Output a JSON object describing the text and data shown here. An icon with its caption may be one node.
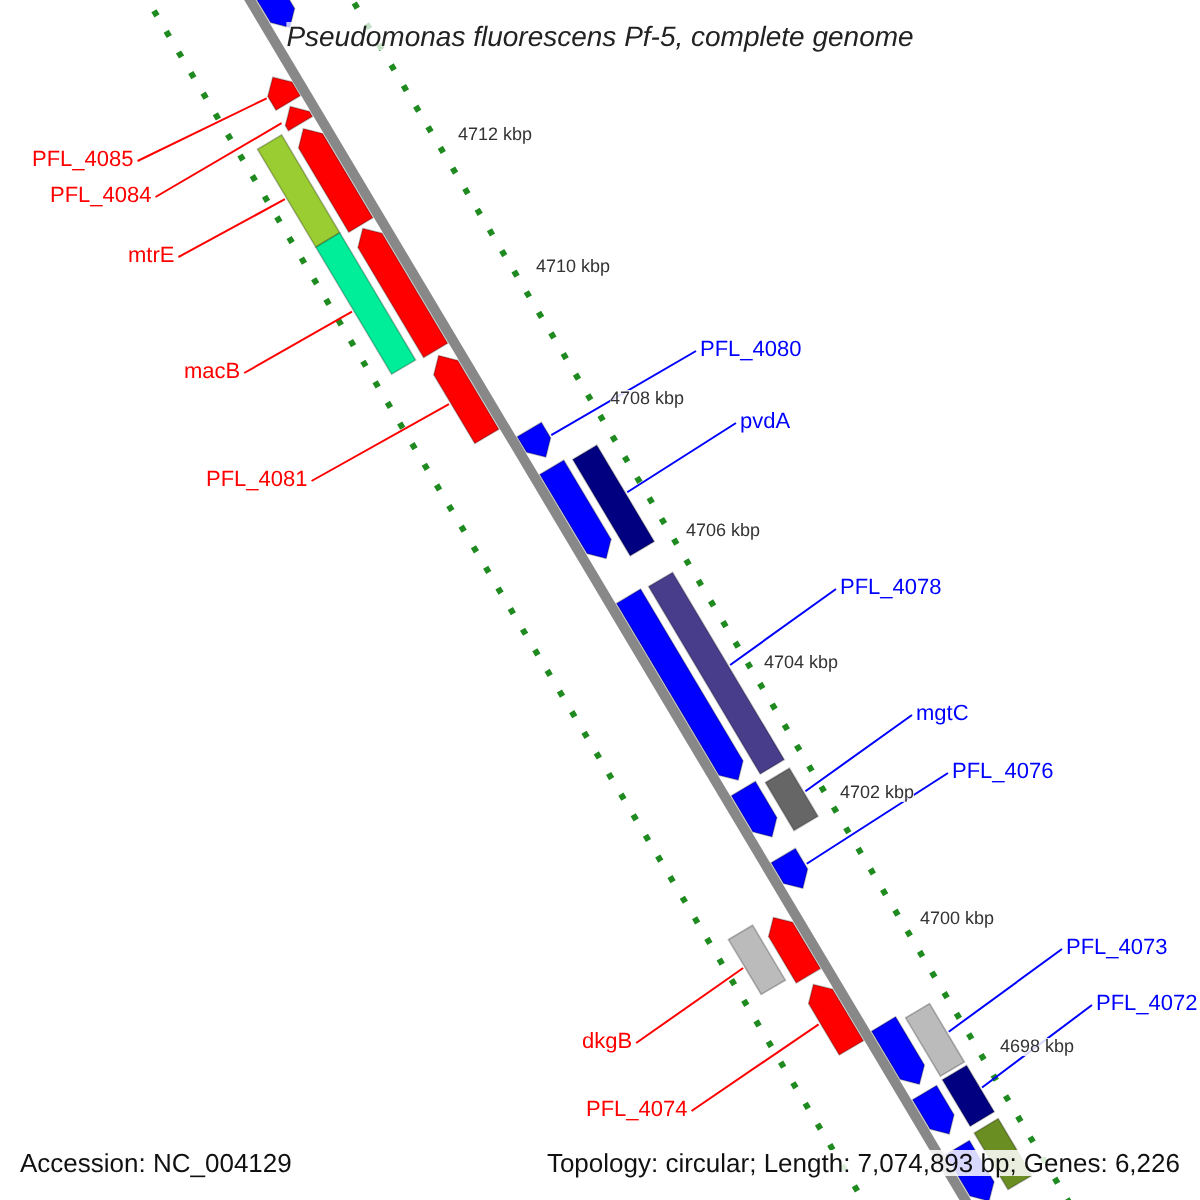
{
  "diagram": {
    "title": "Pseudomonas fluorescens Pf-5, complete genome",
    "nodes": [
      {
        "text": [
          "PFL_4085"
        ]
      },
      {
        "text": [
          "PFL_4084"
        ]
      },
      {
        "text": [
          "mtrE"
        ]
      },
      {
        "text": [
          "macB"
        ]
      },
      {
        "text": [
          "PFL_4081"
        ]
      },
      {
        "text": [
          "PFL_4080"
        ]
      },
      {
        "text": [
          "pvdA"
        ]
      },
      {
        "text": [
          "PFL_4078"
        ]
      },
      {
        "text": [
          "mgtC"
        ]
      },
      {
        "text": [
          "PFL_4076"
        ]
      },
      {
        "text": [
          "PFL_4073"
        ]
      },
      {
        "text": [
          "PFL_4072"
        ]
      },
      {
        "text": [
          "dkgB"
        ]
      },
      {
        "text": [
          "PFL_4074"
        ]
      },
      {
        "text": [],
        "shape": "arrow"
      },
      {
        "text": [],
        "shape": "arrow"
      },
      {
        "text": [],
        "shape": "arrow"
      },
      {
        "text": [],
        "shape": "bar"
      },
      {
        "text": [],
        "shape": "arrow"
      },
      {
        "text": [],
        "shape": "bar"
      },
      {
        "text": [],
        "shape": "arrow"
      },
      {
        "text": [],
        "shape": "arrow"
      },
      {
        "text": [],
        "shape": "arrow"
      },
      {
        "text": [],
        "shape": "arrow"
      },
      {
        "text": [],
        "shape": "bar"
      },
      {
        "text": [],
        "shape": "arrow"
      },
      {
        "text": [],
        "shape": "bar"
      },
      {
        "text": [],
        "shape": "arrow"
      },
      {
        "text": [],
        "shape": "bar"
      },
      {
        "text": [],
        "shape": "arrow"
      },
      {
        "text": [],
        "shape": "bar"
      },
      {
        "text": [],
        "shape": "arrow"
      },
      {
        "text": [],
        "shape": "arrow"
      },
      {
        "text": [],
        "shape": "arrow"
      },
      {
        "text": [],
        "shape": "bar"
      },
      {
        "text": [],
        "shape": "arrow"
      },
      {
        "text": [],
        "shape": "bar"
      },
      {
        "text": [],
        "shape": "arrow"
      },
      {
        "text": [],
        "shape": "bar"
      }
    ],
    "edges": [
      {
        "from": 0,
        "to": 15,
        "arrow": "none",
        "color": "#ff0000"
      },
      {
        "from": 1,
        "to": 16,
        "arrow": "none",
        "color": "#ff0000"
      },
      {
        "from": 2,
        "to": 17,
        "arrow": "none",
        "color": "#ff0000"
      },
      {
        "from": 3,
        "to": 19,
        "arrow": "none",
        "color": "#ff0000"
      },
      {
        "from": 4,
        "to": 21,
        "arrow": "none",
        "color": "#ff0000"
      },
      {
        "from": 5,
        "to": 22,
        "arrow": "none",
        "color": "#0000ff"
      },
      {
        "from": 6,
        "to": 24,
        "arrow": "none",
        "color": "#0000ff"
      },
      {
        "from": 7,
        "to": 26,
        "arrow": "none",
        "color": "#0000ff"
      },
      {
        "from": 8,
        "to": 28,
        "arrow": "none",
        "color": "#0000ff"
      },
      {
        "from": 9,
        "to": 29,
        "arrow": "none",
        "color": "#0000ff"
      },
      {
        "from": 10,
        "to": 34,
        "arrow": "none",
        "color": "#0000ff"
      },
      {
        "from": 11,
        "to": 36,
        "arrow": "none",
        "color": "#0000ff"
      },
      {
        "from": 12,
        "to": 30,
        "arrow": "none",
        "color": "#ff0000"
      },
      {
        "from": 13,
        "to": 32,
        "arrow": "none",
        "color": "#ff0000"
      }
    ],
    "labels": [
      "4712 kbp",
      "4710 kbp",
      "4708 kbp",
      "4706 kbp",
      "4704 kbp",
      "4702 kbp",
      "4700 kbp",
      "4698 kbp",
      "Accession: NC_004129",
      "Topology: circular; Length: 7,074,893 bp; Genes: 6,226"
    ]
  }
}
